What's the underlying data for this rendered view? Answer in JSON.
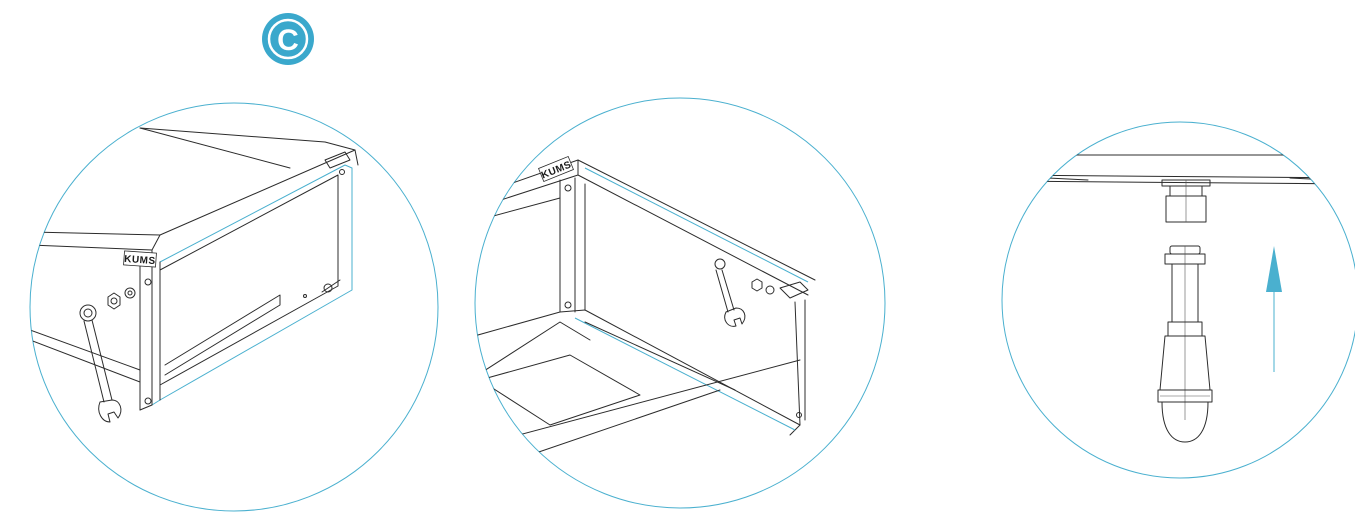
{
  "step_badge": {
    "label": "C",
    "color": "#3aa8cc"
  },
  "brand_label": "KUMS",
  "line_color": "#2c2c2c",
  "accent_color": "#4ab0cf",
  "panels": [
    {
      "name": "corner-bolt-detail",
      "icons": [
        "wrench-icon",
        "nut-icon",
        "washer-icon"
      ]
    },
    {
      "name": "panel-corner-detail",
      "icons": [
        "wrench-icon",
        "nut-icon"
      ]
    },
    {
      "name": "leveling-foot-detail",
      "icons": [
        "arrow-up-icon",
        "leveling-foot-icon"
      ]
    }
  ]
}
